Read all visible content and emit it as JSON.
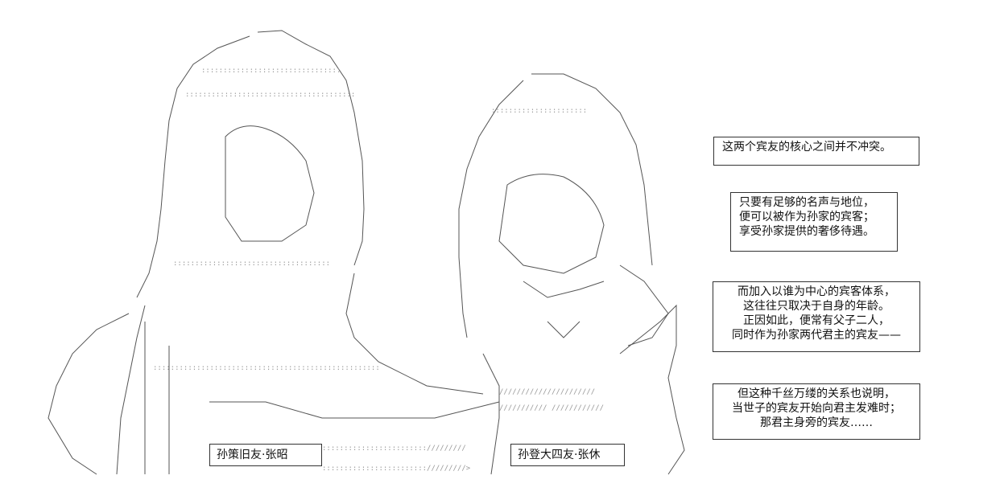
{
  "left_label": "孙策旧友·张昭",
  "right_label": "孙登大四友·张休",
  "captions": [
    {
      "lines": [
        "这两个宾友的核心之间并不冲突。"
      ]
    },
    {
      "lines": [
        "只要有足够的名声与地位，",
        "便可以被作为孙家的宾客；",
        "享受孙家提供的奢侈待遇。"
      ]
    },
    {
      "lines": [
        "而加入以谁为中心的宾客体系，",
        "这往往只取决于自身的年龄。",
        "正因如此，便常有父子二人，",
        "同时作为孙家两代君主的宾友——"
      ]
    },
    {
      "lines": [
        "但这种千丝万缕的关系也说明，",
        "当世子的宾友开始向君主发难时；",
        "那君主身旁的宾友……"
      ]
    }
  ]
}
